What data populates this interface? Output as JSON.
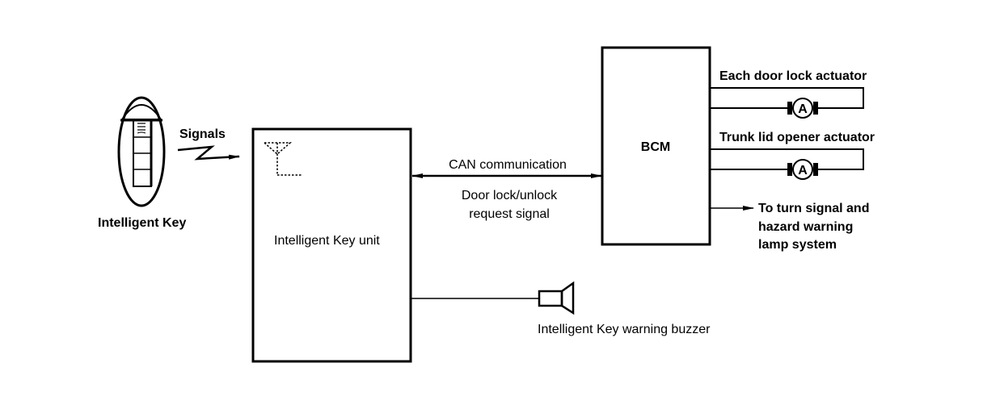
{
  "diagram": {
    "type": "block-diagram",
    "colors": {
      "line": "#000000",
      "background": "#ffffff"
    },
    "components": {
      "intelligent_key": {
        "label": "Intelligent Key",
        "icon": "key-fob-icon"
      },
      "signals": {
        "label": "Signals",
        "icon": "wireless-signal-icon"
      },
      "key_unit": {
        "label": "Intelligent Key unit",
        "icon": "antenna-icon"
      },
      "bcm": {
        "label": "BCM"
      },
      "can_link": {
        "label": "CAN communication",
        "sublabel_line1": "Door lock/unlock",
        "sublabel_line2": "request signal"
      },
      "door_actuator": {
        "label": "Each door lock actuator",
        "motor_symbol": "A"
      },
      "trunk_actuator": {
        "label": "Trunk lid opener actuator",
        "motor_symbol": "A"
      },
      "turn_signal": {
        "line1": "To turn signal and",
        "line2": "hazard warning",
        "line3": "lamp system"
      },
      "buzzer": {
        "label": "Intelligent Key warning buzzer",
        "icon": "buzzer-icon"
      }
    },
    "connections": [
      {
        "from": "intelligent_key",
        "to": "key_unit",
        "kind": "wireless"
      },
      {
        "from": "key_unit",
        "to": "bcm",
        "kind": "bidirectional"
      },
      {
        "from": "bcm",
        "to": "door_actuator",
        "kind": "wire"
      },
      {
        "from": "bcm",
        "to": "trunk_actuator",
        "kind": "wire"
      },
      {
        "from": "bcm",
        "to": "turn_signal",
        "kind": "output"
      },
      {
        "from": "key_unit",
        "to": "buzzer",
        "kind": "wire"
      }
    ]
  }
}
